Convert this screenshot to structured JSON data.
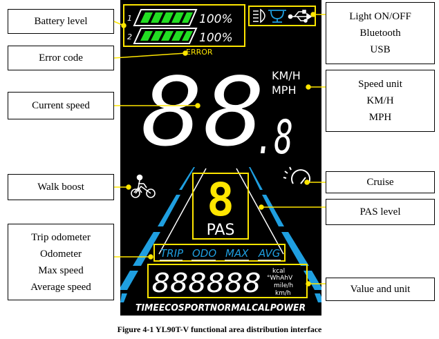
{
  "callouts": {
    "battery": "Battery level",
    "error": "Error code",
    "current_speed": "Current speed",
    "walk": "Walk boost",
    "trip": [
      "Trip odometer",
      "Odometer",
      "Max speed",
      "Average speed"
    ],
    "light": [
      "Light ON/OFF",
      "Bluetooth",
      "USB"
    ],
    "speed_unit": [
      "Speed unit",
      "KM/H",
      "MPH"
    ],
    "cruise": "Cruise",
    "pas": "PAS level",
    "value_unit": "Value and unit"
  },
  "display": {
    "battery1_num": "1",
    "battery2_num": "2",
    "battery_percent": "100%",
    "error_label": "ERROR",
    "speed_digits": "88",
    "speed_decimal": ".8",
    "kmh": "KM/H",
    "mph": "MPH",
    "pas_digit": "8",
    "pas_label": "PAS",
    "modes": [
      "TRIP",
      "ODO",
      "MAX",
      "AVG"
    ],
    "value_digits": "888888",
    "units": [
      "kcal",
      "°WhAhV",
      "mile/h",
      "km/h"
    ],
    "bottom_row": "TIMEECOSPORTNORMALCALPOWER"
  },
  "colors": {
    "panel": "#000000",
    "segment_white": "#ffffff",
    "battery_green": "#22dd22",
    "accent_yellow": "#ffe600",
    "accent_blue": "#1f9fe0"
  },
  "caption": "Figure 4-1 YL90T-V functional area distribution interface"
}
